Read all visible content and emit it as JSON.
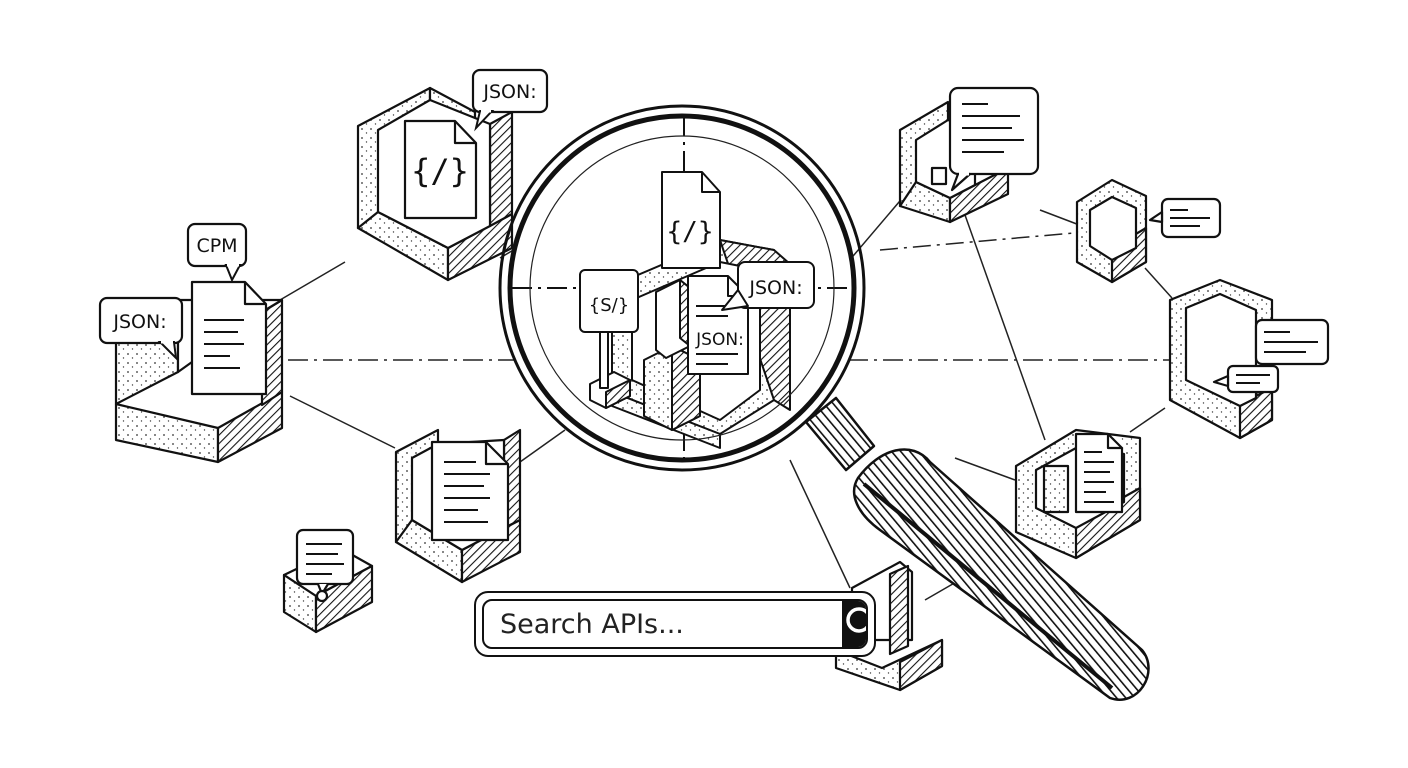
{
  "search": {
    "placeholder": "Search APIs..."
  },
  "tags": {
    "json": "JSON:",
    "cpm": "CPM",
    "code": "{/}",
    "schema": "{S/}"
  },
  "icons": {
    "search": "search-icon"
  },
  "colors": {
    "ink": "#111111",
    "paper": "#ffffff"
  }
}
